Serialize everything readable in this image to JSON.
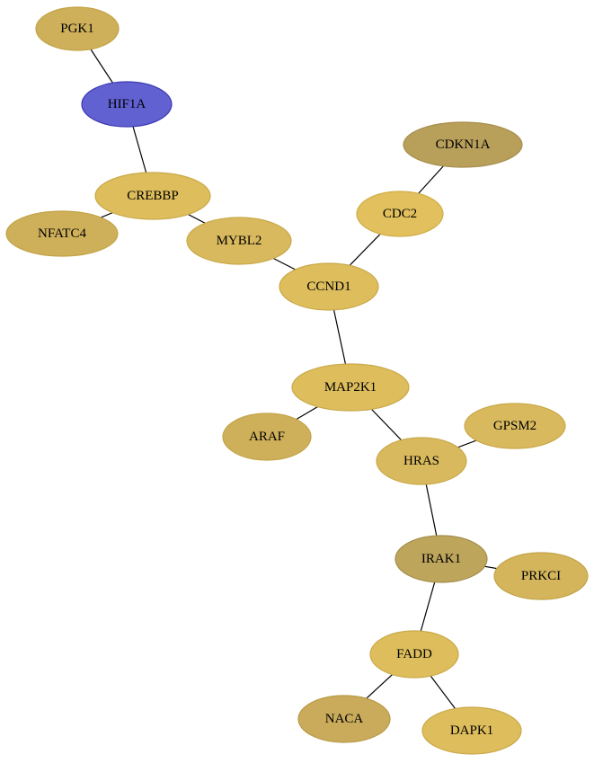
{
  "nodes": [
    {
      "id": "pgk1",
      "label": "PGK1",
      "fill": "#cfb05a",
      "stroke": "#c2a347"
    },
    {
      "id": "hif1a",
      "label": "HIF1A",
      "fill": "#6161d1",
      "stroke": "#3b3bb5"
    },
    {
      "id": "crebbp",
      "label": "CREBBP",
      "fill": "#ddbd5c",
      "stroke": "#c9a94a"
    },
    {
      "id": "nfatc4",
      "label": "NFATC4",
      "fill": "#cfb05a",
      "stroke": "#c2a347"
    },
    {
      "id": "mybl2",
      "label": "MYBL2",
      "fill": "#d9b95e",
      "stroke": "#c9a94a"
    },
    {
      "id": "cdkn1a",
      "label": "CDKN1A",
      "fill": "#b89f5a",
      "stroke": "#a68e4d"
    },
    {
      "id": "cdc2",
      "label": "CDC2",
      "fill": "#e1c05d",
      "stroke": "#cfae4a"
    },
    {
      "id": "ccnd1",
      "label": "CCND1",
      "fill": "#ddbd5c",
      "stroke": "#c9a94a"
    },
    {
      "id": "map2k1",
      "label": "MAP2K1",
      "fill": "#ddbd5c",
      "stroke": "#c9a94a"
    },
    {
      "id": "araf",
      "label": "ARAF",
      "fill": "#cfb05a",
      "stroke": "#c2a347"
    },
    {
      "id": "gpsm2",
      "label": "GPSM2",
      "fill": "#d9b95e",
      "stroke": "#c9a94a"
    },
    {
      "id": "hras",
      "label": "HRAS",
      "fill": "#d9b95e",
      "stroke": "#c9a94a"
    },
    {
      "id": "irak1",
      "label": "IRAK1",
      "fill": "#bda55c",
      "stroke": "#a68e4d"
    },
    {
      "id": "prkci",
      "label": "PRKCI",
      "fill": "#d4b55c",
      "stroke": "#c2a347"
    },
    {
      "id": "fadd",
      "label": "FADD",
      "fill": "#ddbd5c",
      "stroke": "#c9a94a"
    },
    {
      "id": "naca",
      "label": "NACA",
      "fill": "#c9ab5b",
      "stroke": "#b89a47"
    },
    {
      "id": "dapk1",
      "label": "DAPK1",
      "fill": "#ddbd5c",
      "stroke": "#c9a94a"
    }
  ],
  "edges": [
    {
      "from": "pgk1",
      "to": "hif1a"
    },
    {
      "from": "hif1a",
      "to": "crebbp"
    },
    {
      "from": "crebbp",
      "to": "nfatc4"
    },
    {
      "from": "crebbp",
      "to": "mybl2"
    },
    {
      "from": "mybl2",
      "to": "ccnd1"
    },
    {
      "from": "cdkn1a",
      "to": "cdc2"
    },
    {
      "from": "cdc2",
      "to": "ccnd1"
    },
    {
      "from": "ccnd1",
      "to": "map2k1"
    },
    {
      "from": "map2k1",
      "to": "araf"
    },
    {
      "from": "map2k1",
      "to": "hras"
    },
    {
      "from": "hras",
      "to": "gpsm2"
    },
    {
      "from": "hras",
      "to": "irak1"
    },
    {
      "from": "irak1",
      "to": "prkci"
    },
    {
      "from": "irak1",
      "to": "fadd"
    },
    {
      "from": "fadd",
      "to": "naca"
    },
    {
      "from": "fadd",
      "to": "dapk1"
    }
  ]
}
